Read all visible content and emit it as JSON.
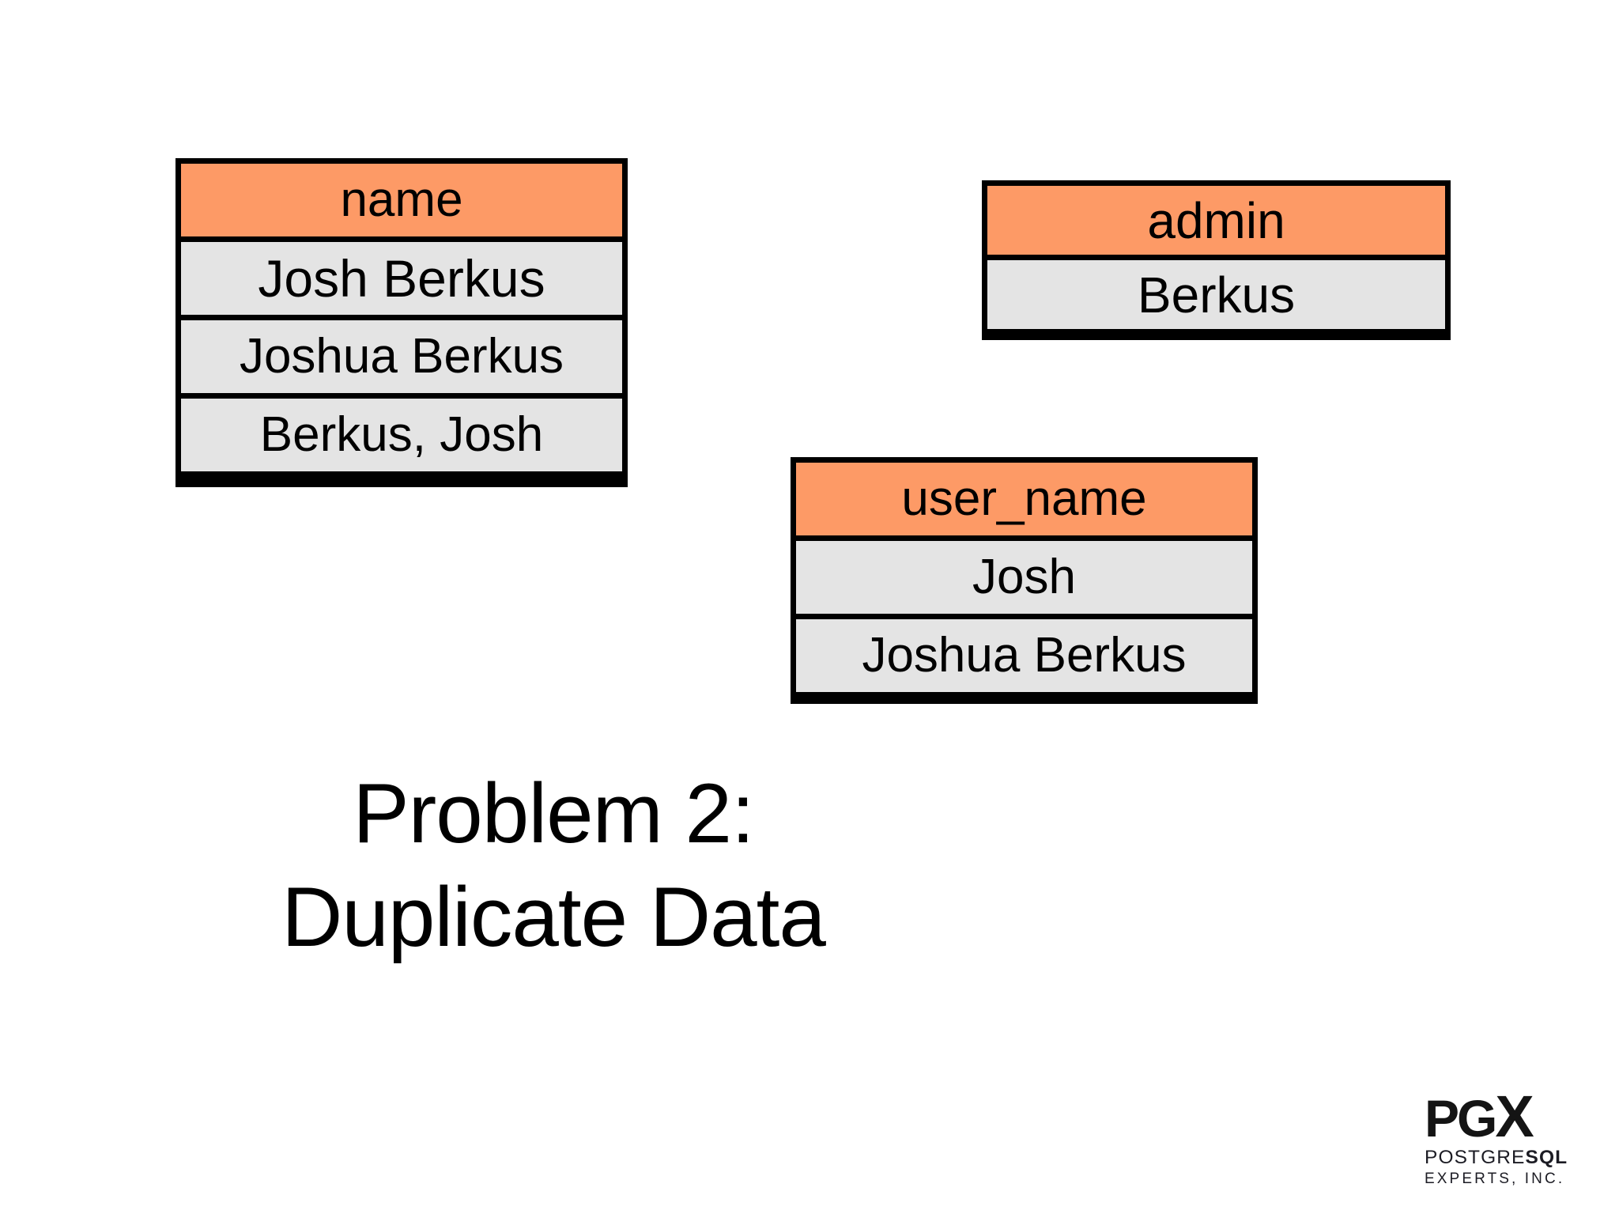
{
  "slide": {
    "background_color": "#ffffff",
    "title_line_1": "Problem 2:",
    "title_line_2": "Duplicate Data"
  },
  "palette": {
    "header_orange": "#fd9a66",
    "row_gray": "#e4e4e4",
    "border_black": "#000000",
    "text_black": "#000000"
  },
  "tables": [
    {
      "id": "name",
      "header": "name",
      "rows": [
        "Josh Berkus",
        "Joshua Berkus",
        "Berkus, Josh"
      ]
    },
    {
      "id": "admin",
      "header": "admin",
      "rows": [
        "Berkus"
      ]
    },
    {
      "id": "user_name",
      "header": "user_name",
      "rows": [
        "Josh",
        "Joshua Berkus"
      ]
    }
  ],
  "logo": {
    "wordmark_pg": "PG",
    "wordmark_x": "X",
    "tagline_postgre": "POSTGRE",
    "tagline_sql": "SQL",
    "tagline_experts": "EXPERTS, INC."
  }
}
